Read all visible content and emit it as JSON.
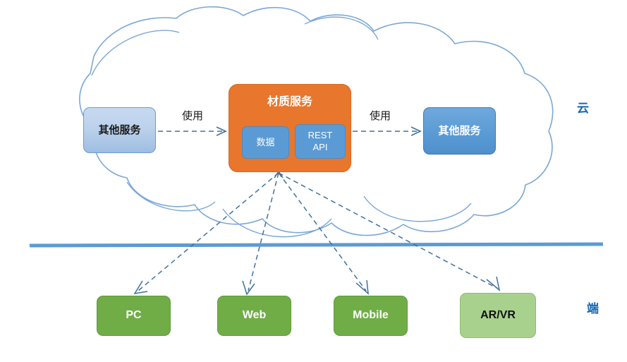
{
  "diagram": {
    "title": "Material service cloud-to-device architecture",
    "cloud": {
      "zone_label": "云",
      "shape": "cloud-outline",
      "stroke_color": "#7ba7d7",
      "fill_color": "#ffffff"
    },
    "device": {
      "zone_label": "端"
    },
    "divider": {
      "name": "cloud-device-divider",
      "color": "#5b9bd5"
    },
    "nodes": {
      "other_service_left": {
        "label": "其他服务",
        "fill": "#bcd2ec",
        "text_color": "#1a1a1a"
      },
      "material_service": {
        "label": "材质服务",
        "fill": "#e8762c",
        "text_color": "#ffffff",
        "children": [
          {
            "label": "数据",
            "fill": "#5b9bd5",
            "text_color": "#ffffff"
          },
          {
            "label": "REST\nAPI",
            "line1": "REST",
            "line2": "API",
            "fill": "#5b9bd5",
            "text_color": "#ffffff"
          }
        ]
      },
      "other_service_right": {
        "label": "其他服务",
        "fill": "#5b9bd5",
        "text_color": "#ffffff"
      }
    },
    "clients": [
      {
        "label": "PC",
        "fill": "#70ad47",
        "text_color": "#ffffff"
      },
      {
        "label": "Web",
        "fill": "#70ad47",
        "text_color": "#ffffff"
      },
      {
        "label": "Mobile",
        "fill": "#70ad47",
        "text_color": "#ffffff"
      },
      {
        "label": "AR/VR",
        "fill": "#a9d18e",
        "text_color": "#111111"
      }
    ],
    "edges": [
      {
        "from": "other_service_left",
        "to": "material_service",
        "label": "使用",
        "style": "dashed-arrow"
      },
      {
        "from": "material_service",
        "to": "other_service_right",
        "label": "使用",
        "style": "dashed-arrow"
      },
      {
        "from": "material_service",
        "to": "PC",
        "label": "",
        "style": "dashed-arrow"
      },
      {
        "from": "material_service",
        "to": "Web",
        "label": "",
        "style": "dashed-arrow"
      },
      {
        "from": "material_service",
        "to": "Mobile",
        "label": "",
        "style": "dashed-arrow"
      },
      {
        "from": "material_service",
        "to": "AR/VR",
        "label": "",
        "style": "dashed-arrow"
      }
    ],
    "arrow_color": "#41719c"
  }
}
